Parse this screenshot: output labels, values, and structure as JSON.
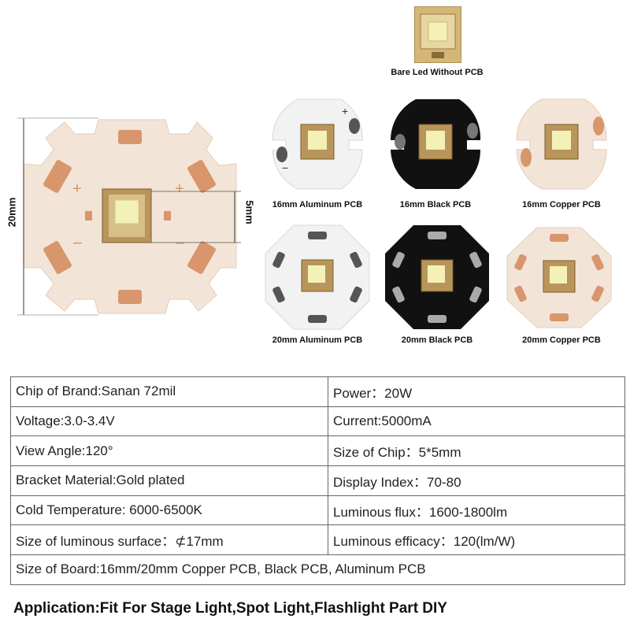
{
  "captions": {
    "bare": "Bare Led Without PCB",
    "al16": "16mm Aluminum PCB",
    "bk16": "16mm Black PCB",
    "cu16": "16mm Copper PCB",
    "al20": "20mm Aluminum PCB",
    "bk20": "20mm Black PCB",
    "cu20": "20mm Copper PCB"
  },
  "dimensions": {
    "board": "20mm",
    "chip": "5mm"
  },
  "specs": [
    [
      "Chip of Brand:Sanan 72mil",
      "Power：20W"
    ],
    [
      "Voltage:3.0-3.4V",
      "Current:5000mA"
    ],
    [
      "View Angle:120°",
      "Size of Chip：5*5mm"
    ],
    [
      "Bracket Material:Gold plated",
      "Display Index：70-80"
    ],
    [
      "Cold Temperature:  6000-6500K",
      "Luminous flux：1600-1800lm"
    ],
    [
      "Size of luminous surface：⊄17mm",
      "Luminous efficacy：120(lm/W)"
    ]
  ],
  "board_row": "Size of Board:16mm/20mm Copper PCB, Black PCB, Aluminum PCB",
  "application": "Application:Fit For Stage Light,Spot Light,Flashlight Part DIY",
  "colors": {
    "copper_board": "#f3e4d8",
    "copper_pad": "#d9956b",
    "aluminum_board": "#f2f2f2",
    "black_board": "#111111",
    "led_gold": "#c9a65a",
    "led_phosphor": "#f4f1b8"
  }
}
